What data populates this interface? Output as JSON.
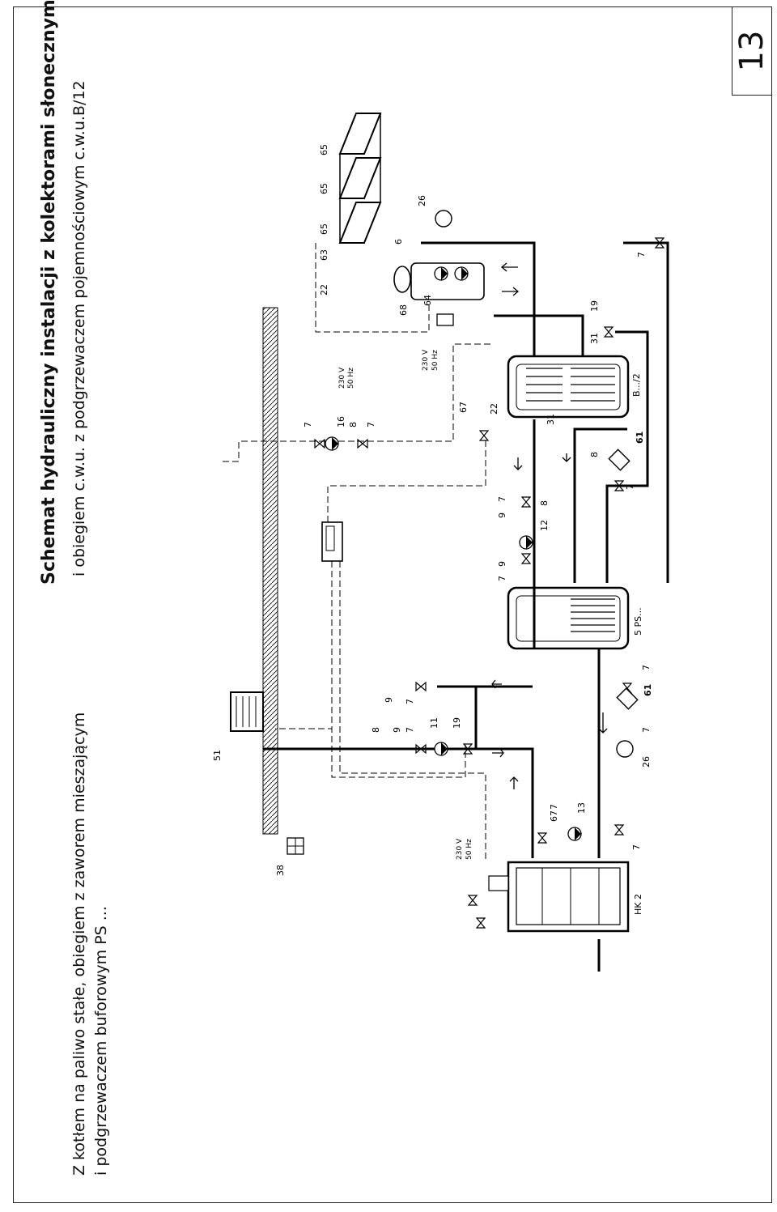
{
  "page_number": "13",
  "title": "Schemat hydrauliczny instalacji z kolektorami słonecznymi",
  "subtitle_lines": [
    "Z kotłem na paliwo stałe, obiegiem z zaworem mieszającym",
    "i obiegiem c.w.u. z  podgrzewaczem pojemnościowym c.w.u.B/12",
    "i podgrzewaczem buforowym PS ..."
  ],
  "labels": {
    "l38": "38",
    "l51": "51",
    "lhk2": "HK 2",
    "l26a": "26",
    "l26b": "26",
    "l5ps": "5   PS...",
    "lb12": "B.../2",
    "l61a": "61",
    "l61b": "61",
    "l13": "13",
    "l67a": "67",
    "l67b": "67",
    "l11": "11",
    "l19a": "19",
    "l19b": "19",
    "l12": "12",
    "l16": "16",
    "l31a": "31",
    "l31b": "31",
    "l22a": "22",
    "l22b": "22",
    "l63": "63",
    "l65a": "65",
    "l65b": "65",
    "l65c": "65",
    "l68": "68",
    "l64": "64",
    "l6": "6",
    "l8a": "8",
    "l8b": "8",
    "l8c": "8",
    "l8d": "8",
    "l9a": "9",
    "l9b": "9",
    "l9c": "9",
    "l9d": "9",
    "l7a": "7",
    "l7b": "7",
    "l7c": "7",
    "l7d": "7",
    "l7e": "7",
    "l7f": "7",
    "l7g": "7",
    "l7h": "7",
    "l7i": "7",
    "l7j": "7",
    "l7k": "7",
    "l7l": "7",
    "l230a": "230 V",
    "l50a": "50 Hz",
    "l230b": "230 V",
    "l50b": "50 Hz",
    "l230c": "230 V",
    "l50c": "50 Hz"
  }
}
